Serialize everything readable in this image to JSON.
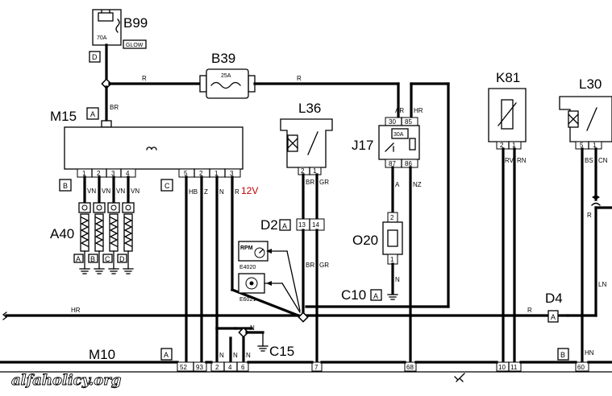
{
  "components": {
    "b99": {
      "name": "B99",
      "fuse_rating": "70A",
      "glow_label": "GLOW",
      "tag": "D"
    },
    "b39": {
      "name": "B39",
      "fuse_rating": "25A"
    },
    "m15": {
      "name": "M15",
      "tag_top": "A",
      "tag_left": "B",
      "tag_right": "C",
      "pins_left": [
        "1",
        "2",
        "3",
        "4"
      ],
      "pins_right": [
        "5",
        "2",
        "1",
        "3"
      ]
    },
    "l36": {
      "name": "L36",
      "pins": [
        "2",
        "1"
      ]
    },
    "j17": {
      "name": "J17",
      "pins_top": [
        "30",
        "85"
      ],
      "pins_bottom": [
        "87",
        "86"
      ],
      "rating": "30A"
    },
    "k81": {
      "name": "K81",
      "pins": [
        "2",
        "1"
      ]
    },
    "l30": {
      "name": "L30",
      "pins": [
        "5",
        "1"
      ]
    },
    "a40": {
      "name": "A40",
      "plugs": [
        "A",
        "B",
        "C",
        "D"
      ]
    },
    "d2": {
      "name": "D2",
      "tag": "A",
      "pins": [
        "13",
        "14"
      ]
    },
    "o20": {
      "name": "O20",
      "pins": [
        "2",
        "1"
      ]
    },
    "c10": {
      "name": "C10",
      "tag": "A"
    },
    "e4020": {
      "name": "E4020",
      "display": "RPM"
    },
    "e6021": {
      "name": "E6021"
    },
    "d4": {
      "name": "D4",
      "tag": "A"
    },
    "c15": {
      "name": "C15"
    },
    "m10": {
      "name": "M10",
      "tag_a": "A",
      "tag_b": "B",
      "pins_a": [
        "52",
        "93",
        "2",
        "4",
        "6",
        "7",
        "68",
        "10",
        "11"
      ],
      "pins_b": [
        "60"
      ]
    }
  },
  "wire_labels": {
    "b99_br": "BR",
    "m15_r": "R",
    "b39_r": "R",
    "j17_ar": "AR",
    "j17_hr": "HR",
    "a40_vn": [
      "VN",
      "VN",
      "VN",
      "VN"
    ],
    "m15_hb": "HB",
    "m15_z": "Z",
    "m15_n": "N",
    "l36_br": "BR",
    "l36_gr": "GR",
    "d2_br": "BR",
    "d2_gr": "GR",
    "j17_a": "A",
    "j17_nz": "NZ",
    "o20_n": "N",
    "k81_rv": "RV",
    "k81_rn": "RN",
    "l30_bs": "BS",
    "l30_cn": "CN",
    "l30_r": "R",
    "l30_ln": "LN",
    "bus_hr": "HR",
    "bus_r": "R",
    "c15_n": [
      "N",
      "N",
      "N",
      "N"
    ],
    "m10_hn": "HN"
  },
  "voltage_note": "12V",
  "watermark": "alfaholicy.org"
}
